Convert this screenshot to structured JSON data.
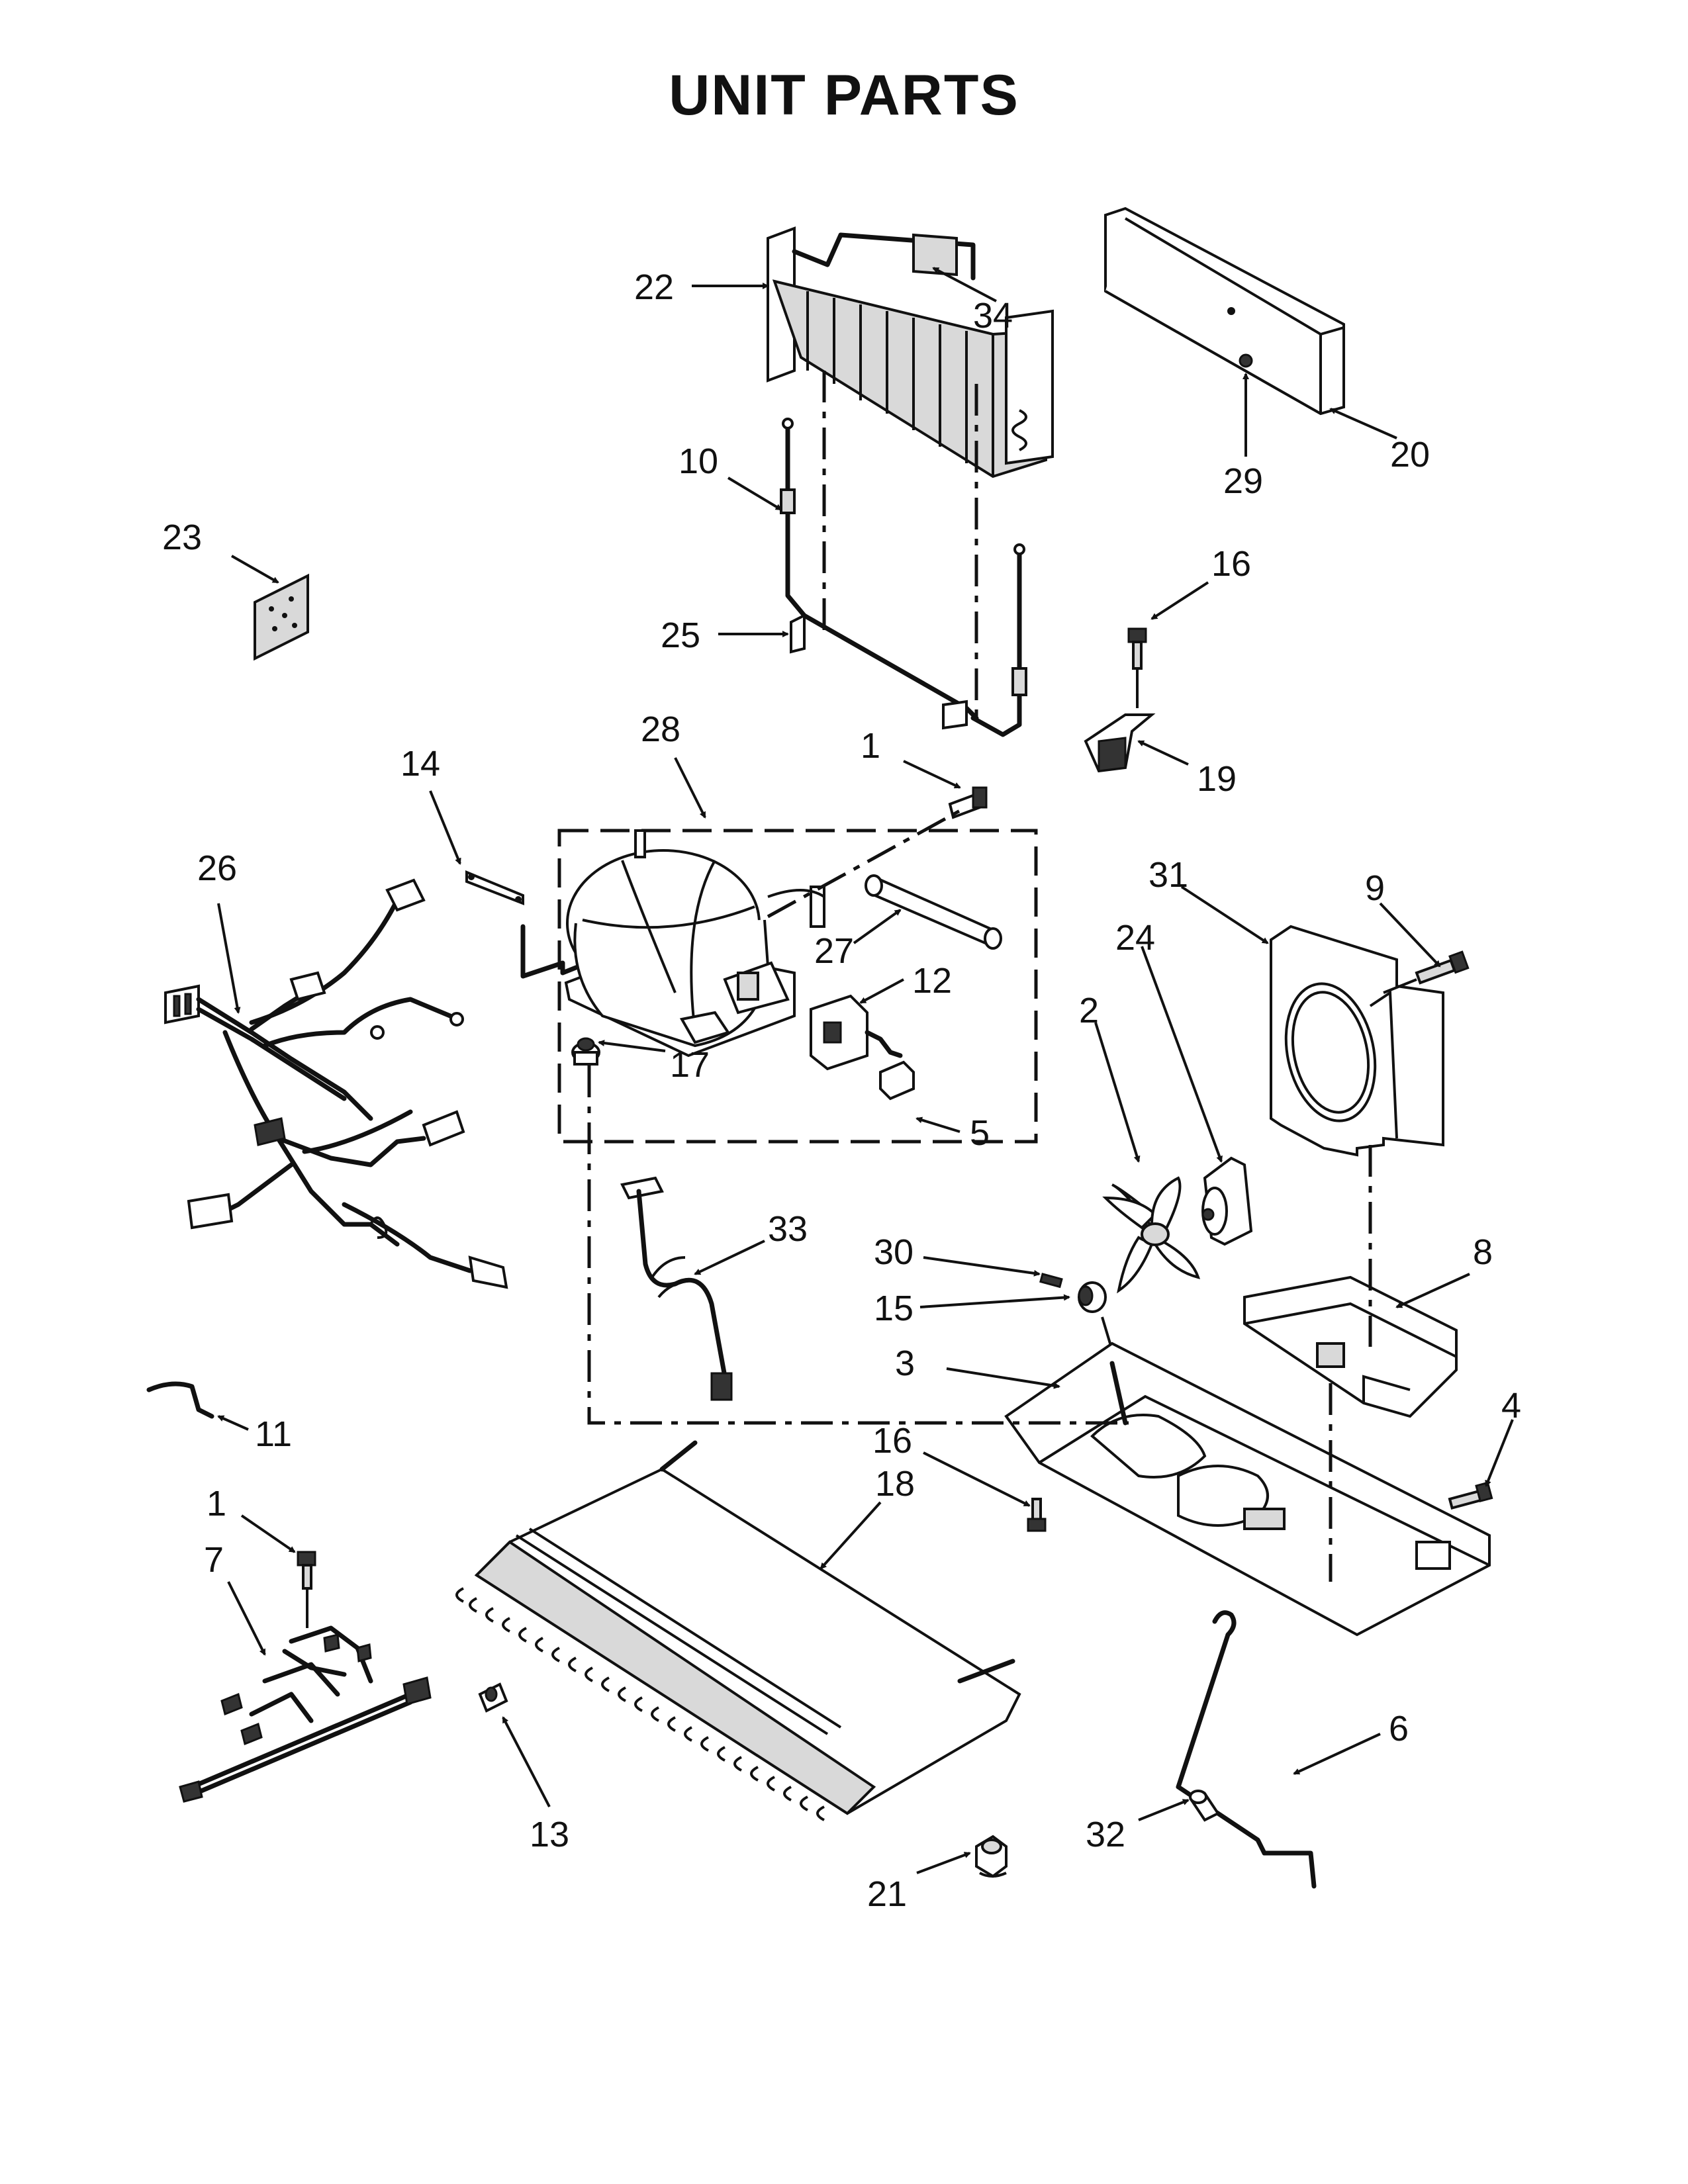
{
  "title": "UNIT PARTS",
  "callouts": [
    {
      "id": "c22",
      "text": "22"
    },
    {
      "id": "c34",
      "text": "34"
    },
    {
      "id": "c20",
      "text": "20"
    },
    {
      "id": "c29",
      "text": "29"
    },
    {
      "id": "c10",
      "text": "10"
    },
    {
      "id": "c23",
      "text": "23"
    },
    {
      "id": "c25",
      "text": "25"
    },
    {
      "id": "c16a",
      "text": "16"
    },
    {
      "id": "c19",
      "text": "19"
    },
    {
      "id": "c28",
      "text": "28"
    },
    {
      "id": "c1a",
      "text": "1"
    },
    {
      "id": "c14",
      "text": "14"
    },
    {
      "id": "c26",
      "text": "26"
    },
    {
      "id": "c27",
      "text": "27"
    },
    {
      "id": "c12",
      "text": "12"
    },
    {
      "id": "c17",
      "text": "17"
    },
    {
      "id": "c5",
      "text": "5"
    },
    {
      "id": "c31",
      "text": "31"
    },
    {
      "id": "c9",
      "text": "9"
    },
    {
      "id": "c24",
      "text": "24"
    },
    {
      "id": "c2",
      "text": "2"
    },
    {
      "id": "c33",
      "text": "33"
    },
    {
      "id": "c30",
      "text": "30"
    },
    {
      "id": "c15",
      "text": "15"
    },
    {
      "id": "c8",
      "text": "8"
    },
    {
      "id": "c3",
      "text": "3"
    },
    {
      "id": "c4",
      "text": "4"
    },
    {
      "id": "c11",
      "text": "11"
    },
    {
      "id": "c16b",
      "text": "16"
    },
    {
      "id": "c18",
      "text": "18"
    },
    {
      "id": "c1b",
      "text": "1"
    },
    {
      "id": "c7",
      "text": "7"
    },
    {
      "id": "c13",
      "text": "13"
    },
    {
      "id": "c6",
      "text": "6"
    },
    {
      "id": "c32",
      "text": "32"
    },
    {
      "id": "c21",
      "text": "21"
    }
  ]
}
